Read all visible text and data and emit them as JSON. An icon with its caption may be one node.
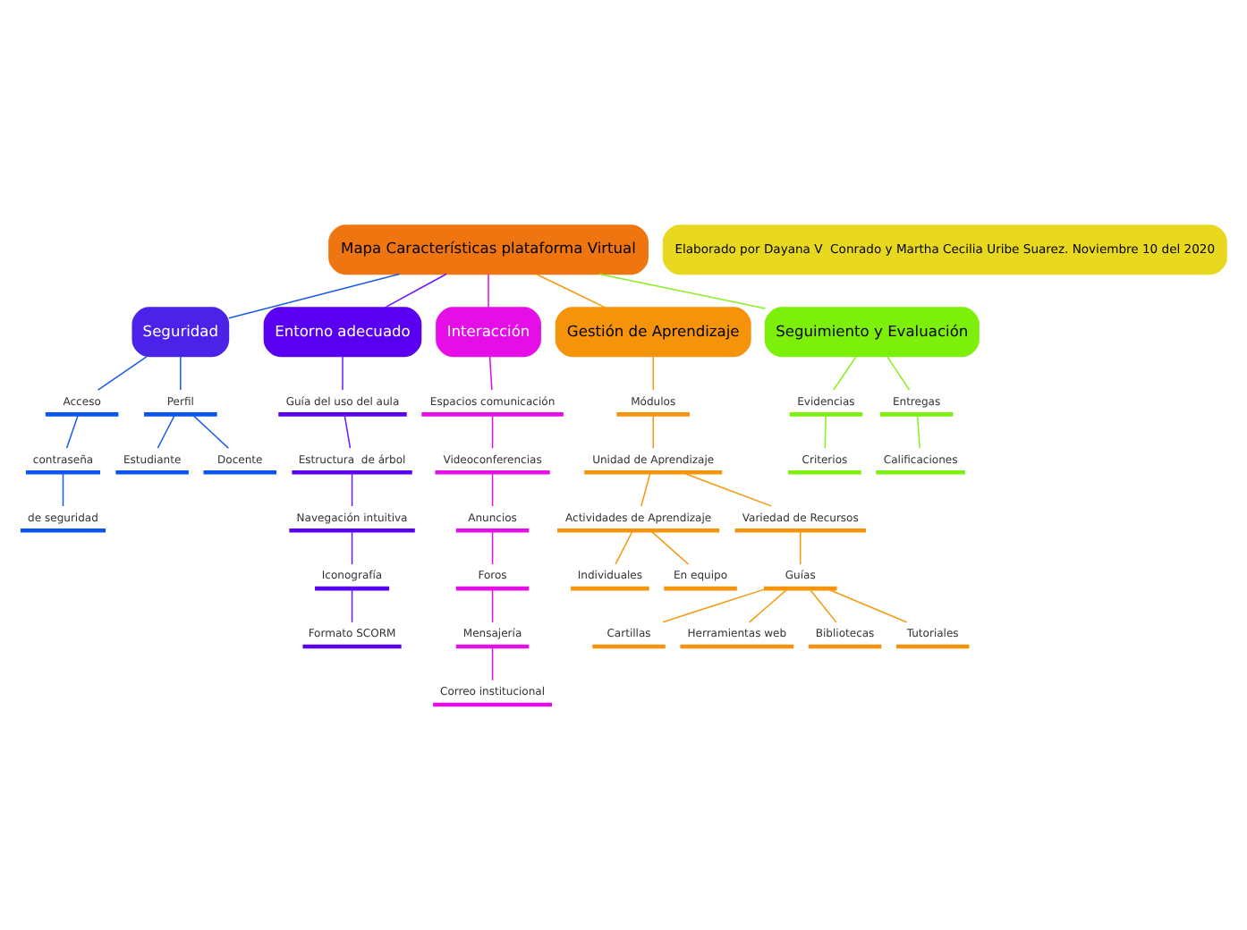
{
  "diagram": {
    "nodes": [
      {
        "text": [
          "Mapa Características plataforma Virtual"
        ]
      },
      {
        "text": [
          "Elaborado por Dayana V  Conrado y Martha Cecilia Uribe Suarez. Noviembre 10 del 2020"
        ]
      },
      {
        "text": [
          "Seguridad"
        ]
      },
      {
        "text": [
          "Entorno adecuado"
        ]
      },
      {
        "text": [
          "Interacción"
        ]
      },
      {
        "text": [
          "Gestión de Aprendizaje"
        ]
      },
      {
        "text": [
          "Seguimiento y Evaluación"
        ]
      },
      {
        "text": [
          "Acceso"
        ]
      },
      {
        "text": [
          "contraseña"
        ]
      },
      {
        "text": [
          "de seguridad"
        ]
      },
      {
        "text": [
          "Perfil"
        ]
      },
      {
        "text": [
          "Estudiante"
        ]
      },
      {
        "text": [
          "Docente"
        ]
      },
      {
        "text": [
          "Guía del uso del aula"
        ]
      },
      {
        "text": [
          "Estructura  de árbol"
        ]
      },
      {
        "text": [
          "Navegación intuitiva"
        ]
      },
      {
        "text": [
          "Iconografía"
        ]
      },
      {
        "text": [
          "Formato SCORM"
        ]
      },
      {
        "text": [
          "Espacios comunicación"
        ]
      },
      {
        "text": [
          "Videoconferencias"
        ]
      },
      {
        "text": [
          "Anuncios"
        ]
      },
      {
        "text": [
          "Foros"
        ]
      },
      {
        "text": [
          "Mensajería"
        ]
      },
      {
        "text": [
          "Correo institucional"
        ]
      },
      {
        "text": [
          "Módulos"
        ]
      },
      {
        "text": [
          "Unidad de Aprendizaje"
        ]
      },
      {
        "text": [
          "Actividades de Aprendizaje"
        ]
      },
      {
        "text": [
          "Individuales"
        ]
      },
      {
        "text": [
          "En equipo"
        ]
      },
      {
        "text": [
          "Variedad de Recursos"
        ]
      },
      {
        "text": [
          "Guías"
        ]
      },
      {
        "text": [
          "Cartillas"
        ]
      },
      {
        "text": [
          "Herramientas web"
        ]
      },
      {
        "text": [
          "Bibliotecas"
        ]
      },
      {
        "text": [
          "Tutoriales"
        ]
      },
      {
        "text": [
          "Evidencias"
        ]
      },
      {
        "text": [
          "Criterios"
        ]
      },
      {
        "text": [
          "Entregas"
        ]
      },
      {
        "text": [
          "Calificaciones"
        ]
      }
    ],
    "edges": [
      {
        "from": 0,
        "to": 2,
        "arrow": "none",
        "color": "#1a5ce6"
      },
      {
        "from": 0,
        "to": 3,
        "arrow": "none",
        "color": "#6a1bff"
      },
      {
        "from": 0,
        "to": 4,
        "arrow": "none",
        "color": "#e010e0"
      },
      {
        "from": 0,
        "to": 5,
        "arrow": "none",
        "color": "#f59a10"
      },
      {
        "from": 0,
        "to": 6,
        "arrow": "none",
        "color": "#88f020"
      },
      {
        "from": 2,
        "to": 7,
        "arrow": "none",
        "color": "#1a5ce6"
      },
      {
        "from": 7,
        "to": 8,
        "arrow": "none",
        "color": "#1a5ce6"
      },
      {
        "from": 8,
        "to": 9,
        "arrow": "none",
        "color": "#1a5ce6"
      },
      {
        "from": 2,
        "to": 10,
        "arrow": "none",
        "color": "#1a5ce6"
      },
      {
        "from": 10,
        "to": 11,
        "arrow": "none",
        "color": "#1a5ce6"
      },
      {
        "from": 10,
        "to": 12,
        "arrow": "none",
        "color": "#1a5ce6"
      },
      {
        "from": 3,
        "to": 13,
        "arrow": "none",
        "color": "#6a1bff"
      },
      {
        "from": 13,
        "to": 14,
        "arrow": "none",
        "color": "#6a1bff"
      },
      {
        "from": 14,
        "to": 15,
        "arrow": "none",
        "color": "#6a1bff"
      },
      {
        "from": 15,
        "to": 16,
        "arrow": "none",
        "color": "#6a1bff"
      },
      {
        "from": 16,
        "to": 17,
        "arrow": "none",
        "color": "#6a1bff"
      },
      {
        "from": 4,
        "to": 18,
        "arrow": "none",
        "color": "#e010e0"
      },
      {
        "from": 18,
        "to": 19,
        "arrow": "none",
        "color": "#e010e0"
      },
      {
        "from": 19,
        "to": 20,
        "arrow": "none",
        "color": "#e010e0"
      },
      {
        "from": 20,
        "to": 21,
        "arrow": "none",
        "color": "#e010e0"
      },
      {
        "from": 21,
        "to": 22,
        "arrow": "none",
        "color": "#e010e0"
      },
      {
        "from": 22,
        "to": 23,
        "arrow": "none",
        "color": "#e010e0"
      },
      {
        "from": 5,
        "to": 24,
        "arrow": "none",
        "color": "#f59a10"
      },
      {
        "from": 24,
        "to": 25,
        "arrow": "none",
        "color": "#f59a10"
      },
      {
        "from": 25,
        "to": 26,
        "arrow": "none",
        "color": "#f59a10"
      },
      {
        "from": 26,
        "to": 27,
        "arrow": "none",
        "color": "#f59a10"
      },
      {
        "from": 26,
        "to": 28,
        "arrow": "none",
        "color": "#f59a10"
      },
      {
        "from": 25,
        "to": 29,
        "arrow": "none",
        "color": "#f59a10"
      },
      {
        "from": 29,
        "to": 30,
        "arrow": "none",
        "color": "#f59a10"
      },
      {
        "from": 30,
        "to": 31,
        "arrow": "none",
        "color": "#f59a10"
      },
      {
        "from": 30,
        "to": 32,
        "arrow": "none",
        "color": "#f59a10"
      },
      {
        "from": 30,
        "to": 33,
        "arrow": "none",
        "color": "#f59a10"
      },
      {
        "from": 30,
        "to": 34,
        "arrow": "none",
        "color": "#f59a10"
      },
      {
        "from": 6,
        "to": 35,
        "arrow": "none",
        "color": "#88f020"
      },
      {
        "from": 35,
        "to": 36,
        "arrow": "none",
        "color": "#88f020"
      },
      {
        "from": 6,
        "to": 37,
        "arrow": "none",
        "color": "#88f020"
      },
      {
        "from": 37,
        "to": 38,
        "arrow": "none",
        "color": "#88f020"
      }
    ]
  }
}
